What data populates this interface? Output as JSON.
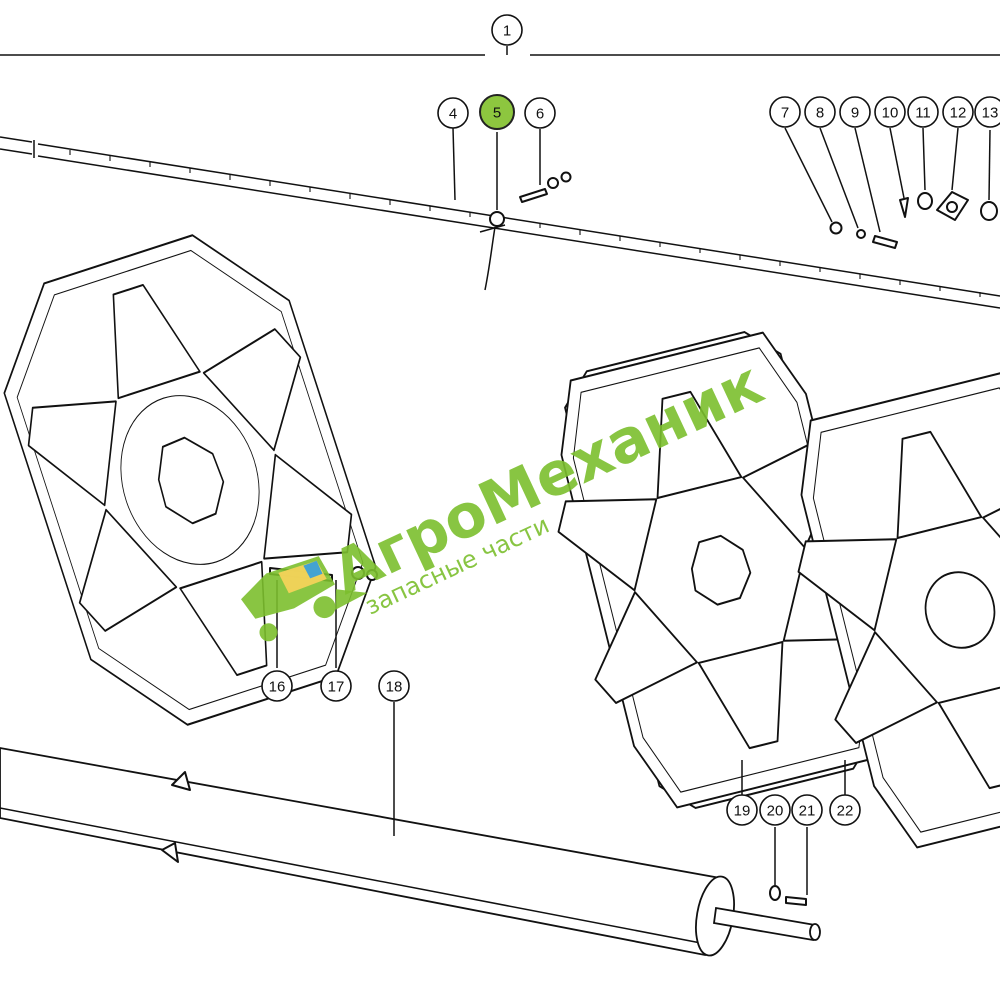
{
  "diagram": {
    "callouts": [
      "1",
      "4",
      "5",
      "6",
      "7",
      "8",
      "9",
      "10",
      "11",
      "12",
      "13",
      "16",
      "17",
      "18",
      "19",
      "20",
      "21",
      "22"
    ],
    "highlighted_callout": "5"
  },
  "watermark": {
    "brand": "АгроМеханик",
    "subtitle": "запасные части"
  },
  "colors": {
    "highlight": "#8dc63f",
    "watermark": "#7cbf2e"
  }
}
